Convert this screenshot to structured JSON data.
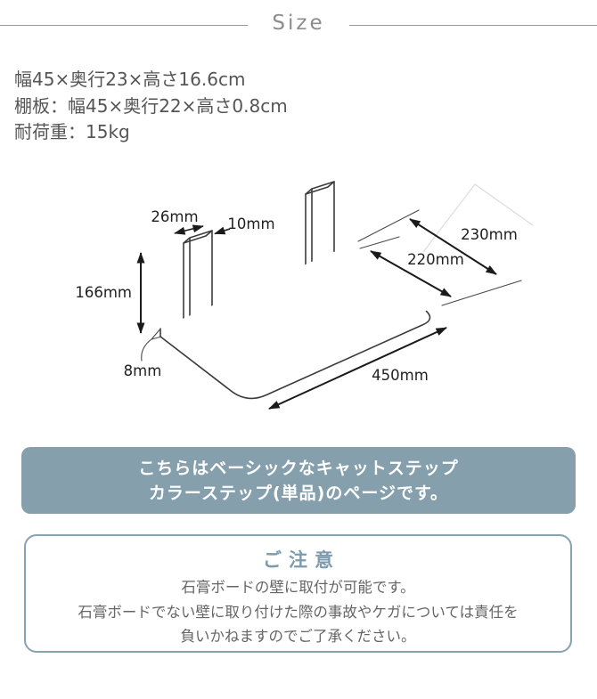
{
  "header": {
    "title": "Size"
  },
  "specs": {
    "lines": [
      "幅45×奥行23×高さ16.6cm",
      "棚板：幅45×奥行22×高さ0.8cm",
      "耐荷重：15kg"
    ]
  },
  "diagram": {
    "labels": {
      "bracket_depth": "26mm",
      "bracket_thickness": "10mm",
      "bracket_height": "166mm",
      "board_thickness": "8mm",
      "total_depth": "230mm",
      "board_depth": "220mm",
      "board_width": "450mm"
    }
  },
  "banner": {
    "bg_color": "#859fad",
    "lines": [
      "こちらはベーシックなキャットステップ",
      "カラーステップ(単品)のページです。"
    ]
  },
  "notice": {
    "border_color": "#87a2b0",
    "title": "ご注意",
    "lines": [
      "石膏ボードの壁に取付が可能です。",
      "石膏ボードでない壁に取り付けた際の事故やケガについては責任を",
      "負いかねますのでご了承ください。"
    ]
  }
}
